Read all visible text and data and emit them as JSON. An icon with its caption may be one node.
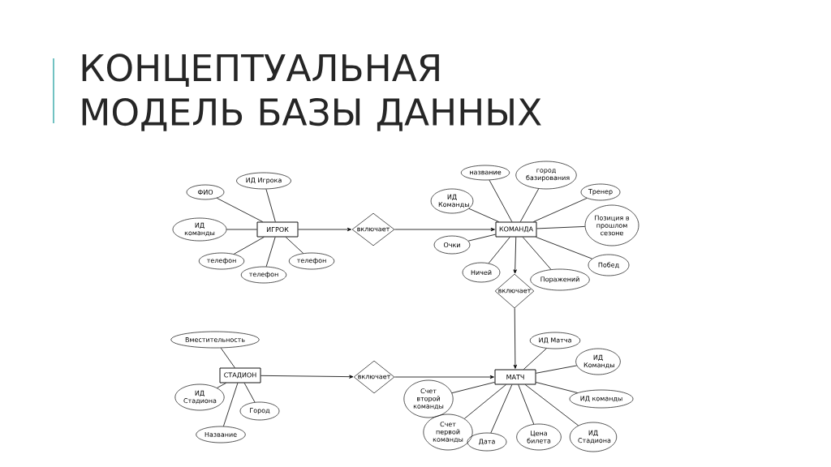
{
  "diagram": {
    "title": "КОНЦЕПТУАЛЬНАЯ МОДЕЛЬ БАЗЫ ДАННЫХ",
    "nodes": [
      {
        "text": [
          "ИГРОК"
        ]
      },
      {
        "text": [
          "ФИО"
        ]
      },
      {
        "text": [
          "ИД Игрока"
        ]
      },
      {
        "text": [
          "ИД команды"
        ]
      },
      {
        "text": [
          "телефон"
        ]
      },
      {
        "text": [
          "телефон"
        ]
      },
      {
        "text": [
          "телефон"
        ]
      },
      {
        "text": [
          "включает"
        ]
      },
      {
        "text": [
          "КОМАНДА"
        ]
      },
      {
        "text": [
          "название"
        ]
      },
      {
        "text": [
          "город базирования"
        ]
      },
      {
        "text": [
          "ИД Команды"
        ]
      },
      {
        "text": [
          "Тренер"
        ]
      },
      {
        "text": [
          "Позиция в прошлом сезоне"
        ]
      },
      {
        "text": [
          "Очки"
        ]
      },
      {
        "text": [
          "Ничей"
        ]
      },
      {
        "text": [
          "Поражений"
        ]
      },
      {
        "text": [
          "Побед"
        ]
      },
      {
        "text": [
          "включает"
        ]
      },
      {
        "text": [
          "СТАДИОН"
        ]
      },
      {
        "text": [
          "Вместительность"
        ]
      },
      {
        "text": [
          "ИД Стадиона"
        ]
      },
      {
        "text": [
          "Город"
        ]
      },
      {
        "text": [
          "Название"
        ]
      },
      {
        "text": [
          "включает"
        ]
      },
      {
        "text": [
          "МАТЧ"
        ]
      },
      {
        "text": [
          "ИД Матча"
        ]
      },
      {
        "text": [
          "ИД Команды"
        ]
      },
      {
        "text": [
          "ИД команды"
        ]
      },
      {
        "text": [
          "Счет второй команды"
        ]
      },
      {
        "text": [
          "Счет первой команды"
        ]
      },
      {
        "text": [
          "Дата"
        ]
      },
      {
        "text": [
          "Цена билета"
        ]
      },
      {
        "text": [
          "ИД Стадиона"
        ]
      }
    ],
    "edges": [
      {
        "from": 0,
        "to": 1,
        "arrow": "none"
      },
      {
        "from": 0,
        "to": 2,
        "arrow": "none"
      },
      {
        "from": 0,
        "to": 3,
        "arrow": "none"
      },
      {
        "from": 0,
        "to": 4,
        "arrow": "none"
      },
      {
        "from": 0,
        "to": 5,
        "arrow": "none"
      },
      {
        "from": 0,
        "to": 6,
        "arrow": "none"
      },
      {
        "from": 0,
        "to": 7,
        "arrow": "to"
      },
      {
        "from": 7,
        "to": 8,
        "arrow": "to"
      },
      {
        "from": 8,
        "to": 9,
        "arrow": "none"
      },
      {
        "from": 8,
        "to": 10,
        "arrow": "none"
      },
      {
        "from": 8,
        "to": 11,
        "arrow": "none"
      },
      {
        "from": 8,
        "to": 12,
        "arrow": "none"
      },
      {
        "from": 8,
        "to": 13,
        "arrow": "none"
      },
      {
        "from": 8,
        "to": 14,
        "arrow": "none"
      },
      {
        "from": 8,
        "to": 15,
        "arrow": "none"
      },
      {
        "from": 8,
        "to": 16,
        "arrow": "none"
      },
      {
        "from": 8,
        "to": 17,
        "arrow": "none"
      },
      {
        "from": 8,
        "to": 18,
        "arrow": "to"
      },
      {
        "from": 18,
        "to": 25,
        "arrow": "to"
      },
      {
        "from": 19,
        "to": 20,
        "arrow": "none"
      },
      {
        "from": 19,
        "to": 21,
        "arrow": "none"
      },
      {
        "from": 19,
        "to": 22,
        "arrow": "none"
      },
      {
        "from": 19,
        "to": 23,
        "arrow": "none"
      },
      {
        "from": 19,
        "to": 24,
        "arrow": "to"
      },
      {
        "from": 24,
        "to": 25,
        "arrow": "to"
      },
      {
        "from": 25,
        "to": 26,
        "arrow": "none"
      },
      {
        "from": 25,
        "to": 27,
        "arrow": "none"
      },
      {
        "from": 25,
        "to": 28,
        "arrow": "none"
      },
      {
        "from": 25,
        "to": 29,
        "arrow": "none"
      },
      {
        "from": 25,
        "to": 30,
        "arrow": "none"
      },
      {
        "from": 25,
        "to": 31,
        "arrow": "none"
      },
      {
        "from": 25,
        "to": 32,
        "arrow": "none"
      },
      {
        "from": 25,
        "to": 33,
        "arrow": "none"
      }
    ]
  }
}
